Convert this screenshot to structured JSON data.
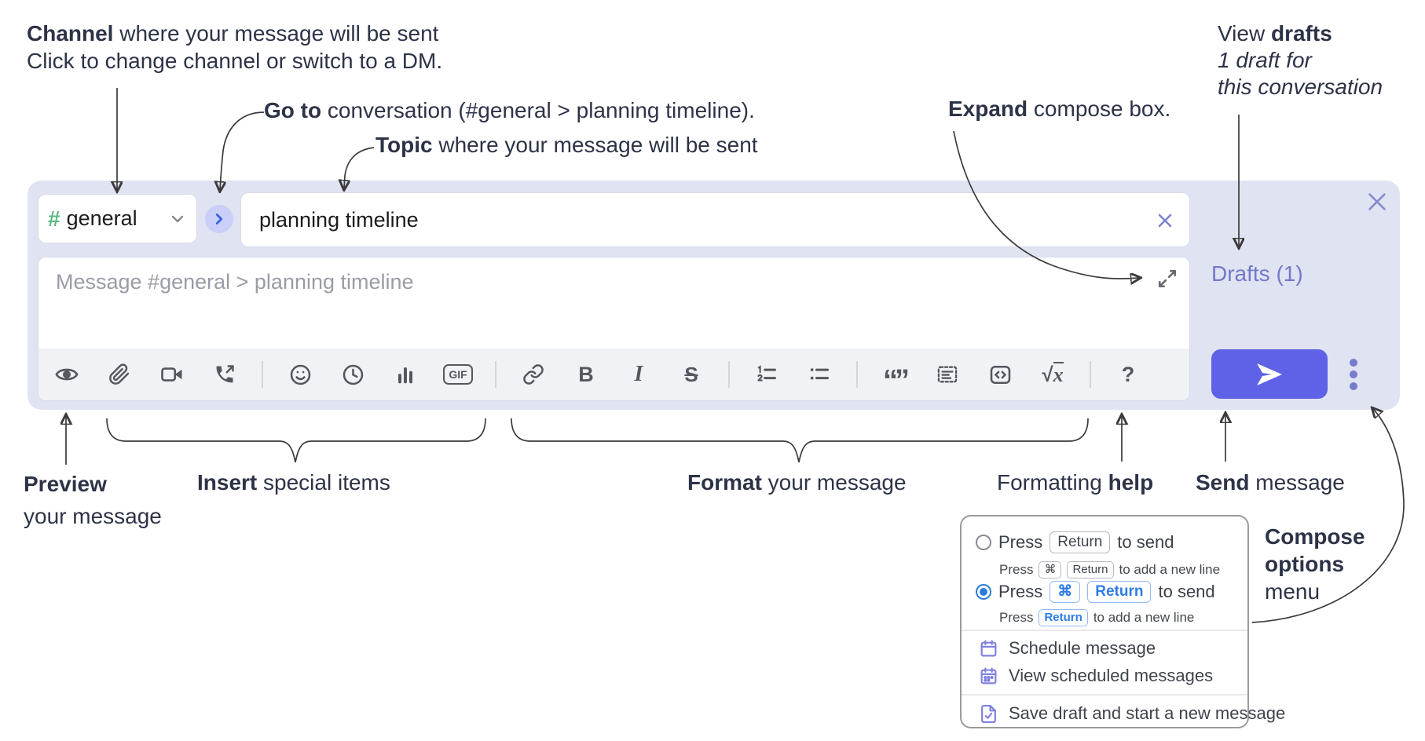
{
  "annotations": {
    "channel_line1_bold": "Channel",
    "channel_line1_rest": " where your message will be sent",
    "channel_line2": "Click to change channel or switch to a DM.",
    "goto_bold": "Go to",
    "goto_rest": " conversation (#general > planning timeline).",
    "topic_bold": "Topic",
    "topic_rest": " where your message will be sent",
    "expand_bold": "Expand",
    "expand_rest": " compose box.",
    "drafts_line1_pre": "View ",
    "drafts_line1_bold": "drafts",
    "drafts_line2": "1 draft for",
    "drafts_line3": "this conversation",
    "preview_bold": "Preview",
    "preview_line2": "your message",
    "insert_bold": "Insert",
    "insert_rest": " special items",
    "format_bold": "Format",
    "format_rest": " your message",
    "help_pre": "Formatting ",
    "help_bold": "help",
    "send_bold": "Send",
    "send_rest": " message",
    "compose_line1": "Compose",
    "compose_line2": "options",
    "compose_line3": "menu"
  },
  "composer": {
    "channel_hash": "#",
    "channel_name": "general",
    "topic_value": "planning timeline",
    "message_placeholder": "Message #general > planning timeline",
    "drafts_label": "Drafts (1)"
  },
  "toolbar": {
    "labels": {
      "bold": "B",
      "italic": "I",
      "strike": "S",
      "gif": "GIF",
      "quote": "“”",
      "sqrt": "√",
      "sqrt_x": "x",
      "help": "?"
    },
    "icons": [
      "preview-eye",
      "attach-paperclip",
      "video-camera",
      "audio-call-phone",
      "emoji-smiley",
      "schedule-clock",
      "poll-bar-chart",
      "gif",
      "link",
      "bold",
      "italic",
      "strikethrough",
      "ordered-list",
      "bulleted-list",
      "blockquote",
      "code-block",
      "inline-code",
      "formula",
      "formatting-help",
      "send",
      "compose-options-dots"
    ]
  },
  "menu": {
    "option_return": {
      "press": "Press",
      "key_return": "Return",
      "suffix": "to send",
      "sub_press": "Press",
      "sub_key_cmd": "⌘",
      "sub_key_return": "Return",
      "sub_suffix": "to add a new line"
    },
    "option_cmd_return": {
      "press": "Press",
      "key_cmd": "⌘",
      "key_return": "Return",
      "suffix": "to send",
      "sub_press": "Press",
      "sub_key_return": "Return",
      "sub_suffix": "to add a new line"
    },
    "items": [
      {
        "label": "Schedule message"
      },
      {
        "label": "View scheduled messages"
      },
      {
        "label": "Save draft and start a new message"
      }
    ]
  },
  "colors": {
    "container_bg": "#e0e3f2",
    "toolbar_bg": "#f1f2f6",
    "send_button": "#5f62e6",
    "accent_purple": "#7378cb",
    "accent_blue": "#2b7ce0",
    "hash_green": "#5aba81",
    "annotation_text": "#2d3347",
    "icon_gray": "#55575e",
    "menu_icon_purple": "#7f81e0"
  }
}
